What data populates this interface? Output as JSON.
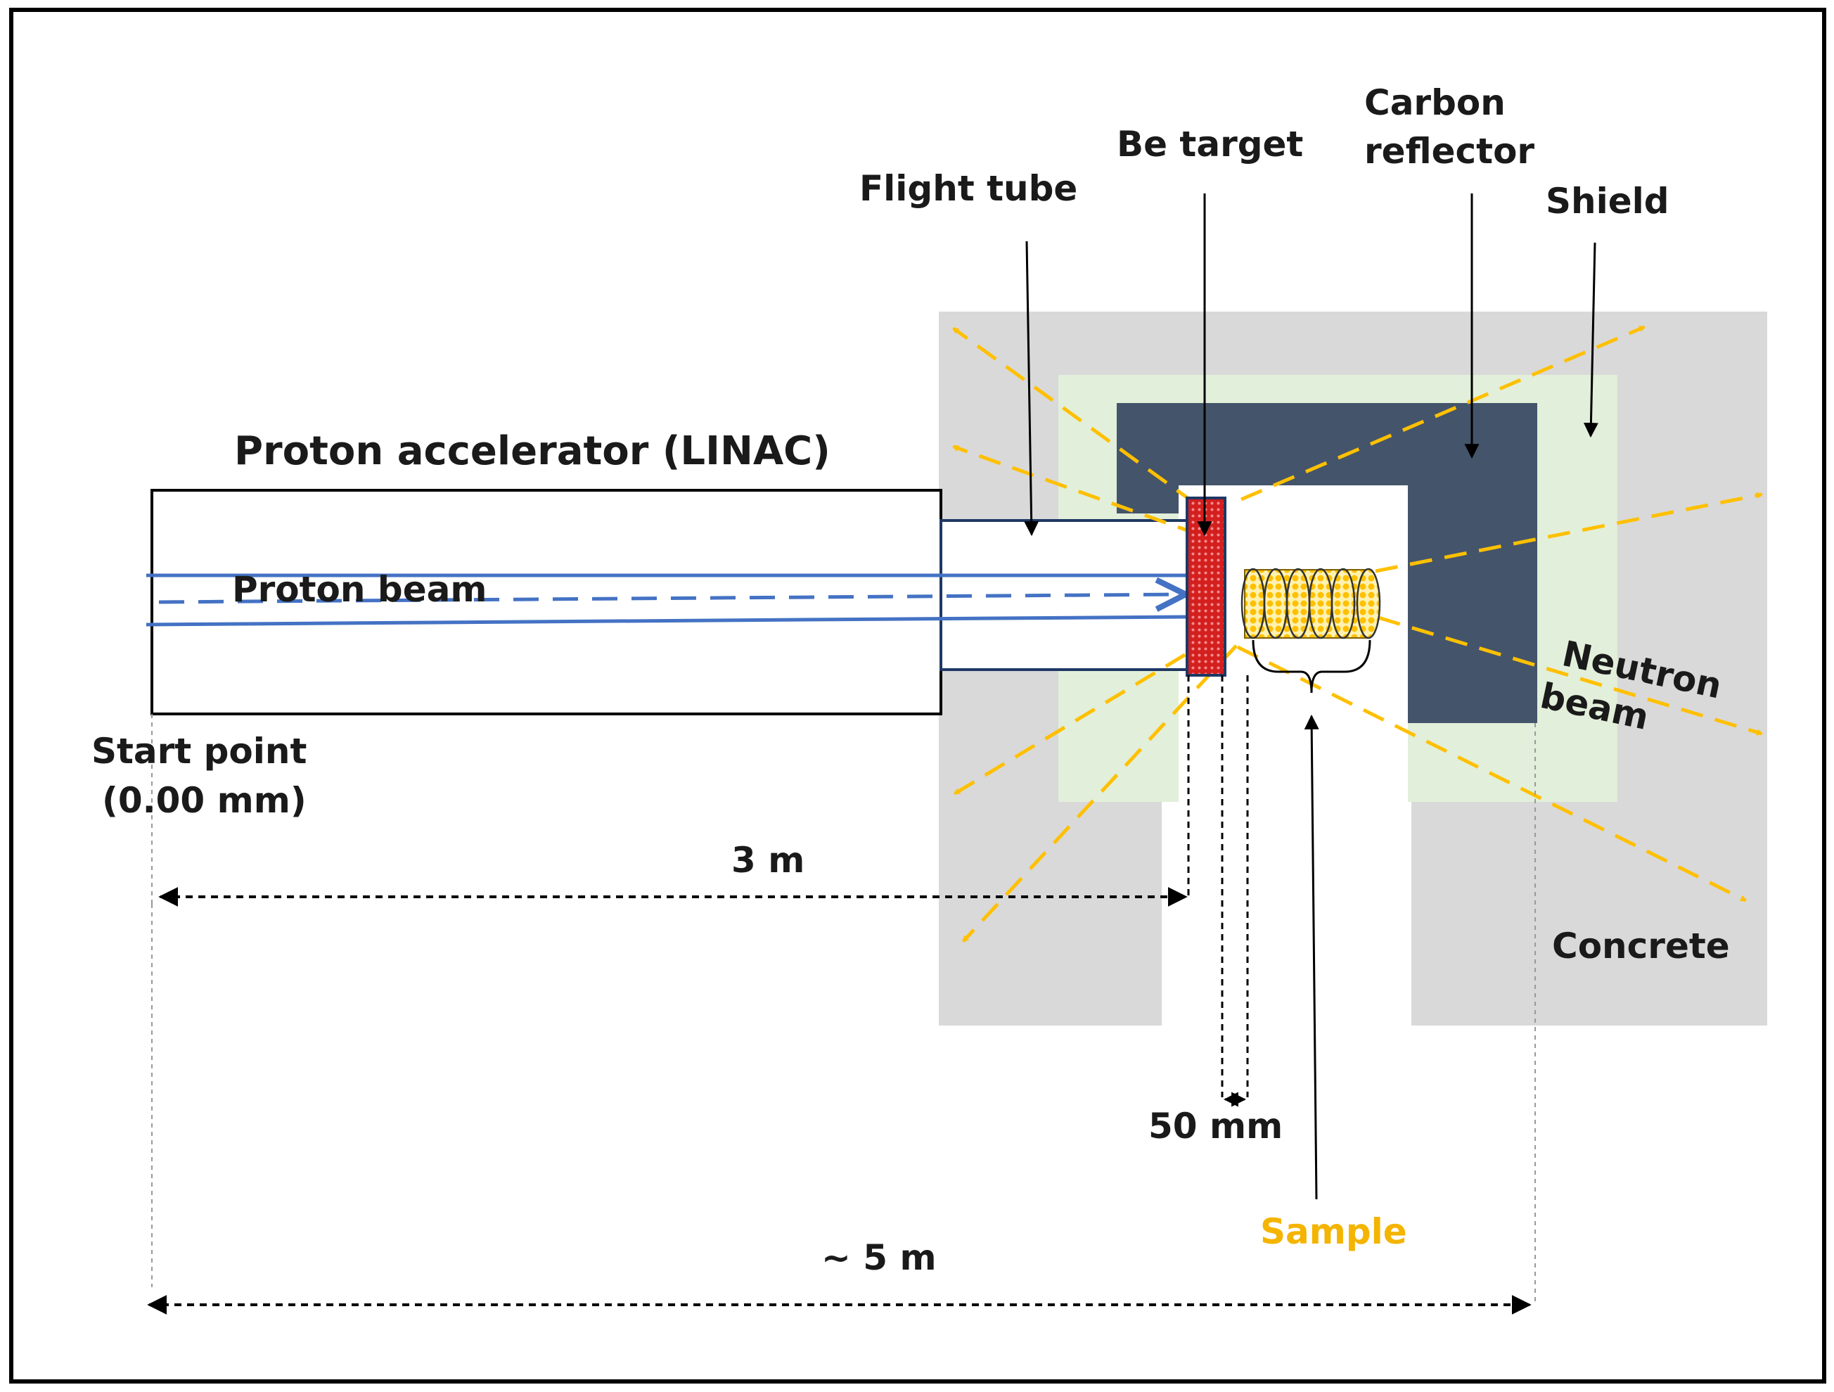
{
  "labels": {
    "proton_accelerator": "Proton accelerator (LINAC)",
    "proton_beam": "Proton beam",
    "flight_tube": "Flight tube",
    "be_target": "Be target",
    "carbon_reflector_line1": "Carbon",
    "carbon_reflector_line2": "reflector",
    "shield": "Shield",
    "neutron_beam_line1": "Neutron",
    "neutron_beam_line2": "beam",
    "concrete": "Concrete",
    "start_point_line1": "Start point",
    "start_point_line2": "(0.00 mm)",
    "dim_3m": "3 m",
    "dim_50mm": "50 mm",
    "dim_5m": "~ 5 m",
    "sample": "Sample"
  },
  "colors": {
    "concrete": "#d9d9d9",
    "shield": "#e2efda",
    "carbon_reflector": "#44546a",
    "proton_beam": "#4472c4",
    "neutron_arrows": "#ffc000",
    "be_target": "#e02020",
    "sample": "#ffc000",
    "outline": "#000000"
  }
}
